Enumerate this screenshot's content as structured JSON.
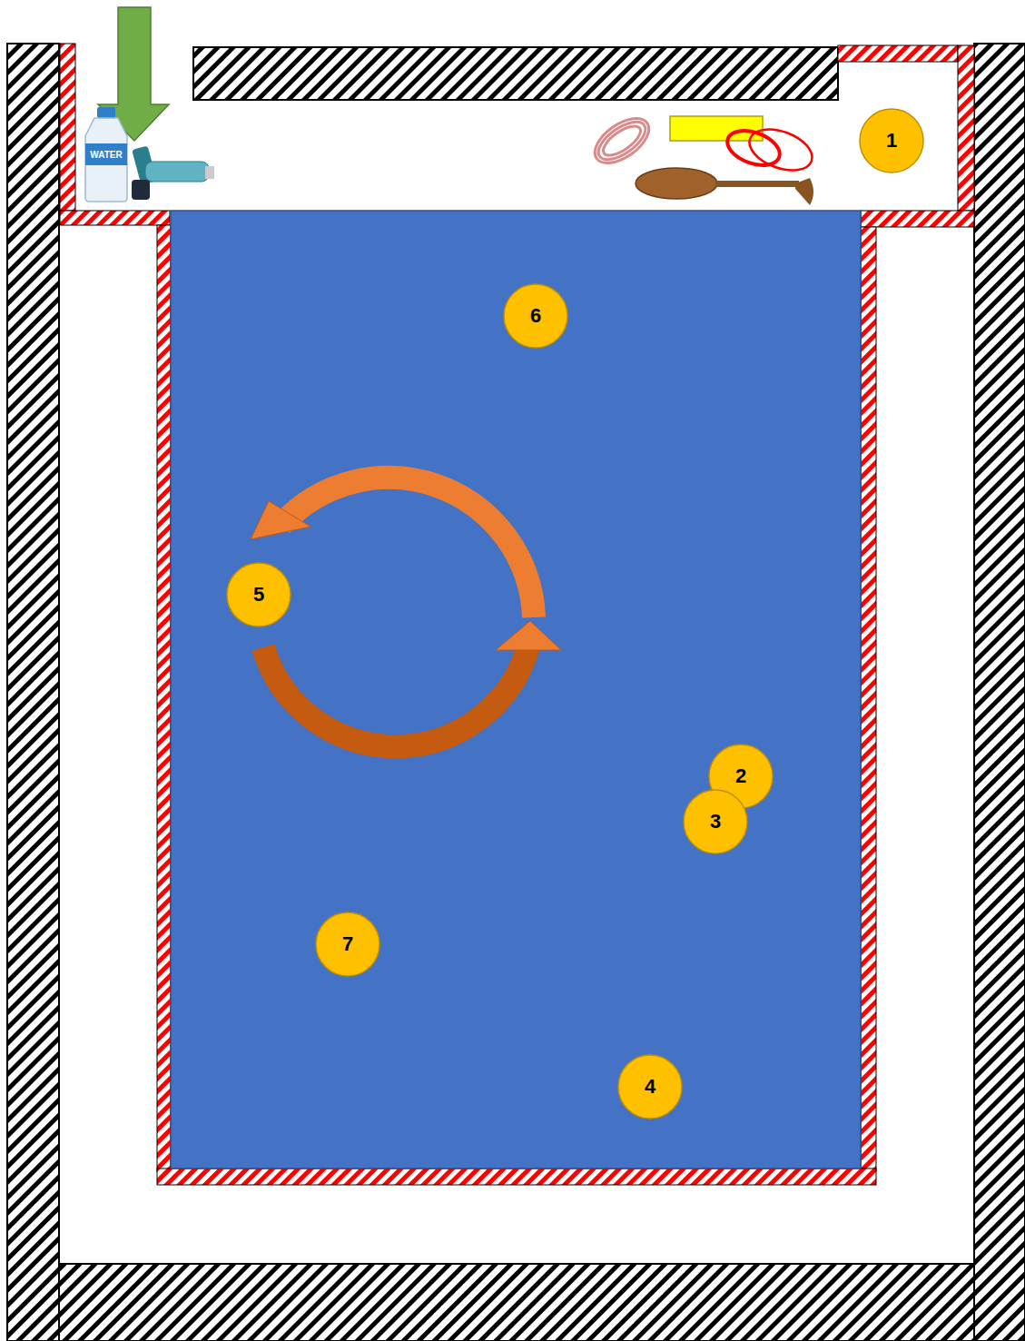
{
  "diagram": {
    "nodes": [
      {
        "text": [
          "1"
        ]
      },
      {
        "text": [
          "6"
        ]
      },
      {
        "text": [
          "5"
        ]
      },
      {
        "text": [
          "2"
        ]
      },
      {
        "text": [
          "3"
        ]
      },
      {
        "text": [
          "7"
        ]
      },
      {
        "text": [
          "4"
        ]
      }
    ],
    "edges": [],
    "labels": [
      "WATER"
    ]
  }
}
